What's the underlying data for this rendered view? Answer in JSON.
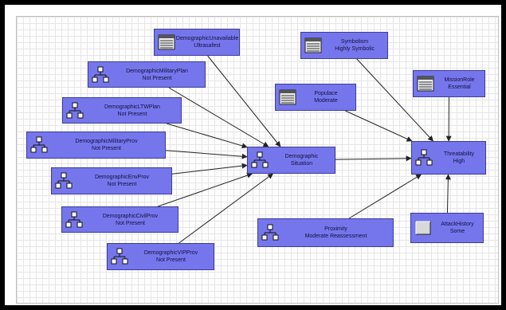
{
  "diagram": {
    "nodes": [
      {
        "id": "dem_unavail",
        "name": "node-demographic-unavailable",
        "icon": "table-icon",
        "line1": "DemographicUnavailable",
        "line2": "Ultrasafest"
      },
      {
        "id": "dem_military",
        "name": "node-demographic-military-plan",
        "icon": "hierarchy-icon",
        "line1": "DemographicMilitaryPlan",
        "line2": "Not Present"
      },
      {
        "id": "dem_ltwp",
        "name": "node-demographic-ltwp-plan",
        "icon": "hierarchy-icon",
        "line1": "DemographicLTWPlan",
        "line2": "Not Present"
      },
      {
        "id": "dem_militaryprov",
        "name": "node-demographic-military-prov",
        "icon": "hierarchy-icon",
        "line1": "DemographicMilitaryProv",
        "line2": "Not Present"
      },
      {
        "id": "dem_enviro",
        "name": "node-demographic-enviro-prov",
        "icon": "hierarchy-icon",
        "line1": "DemographicEnvProv",
        "line2": "Not Present"
      },
      {
        "id": "dem_civilprov",
        "name": "node-demographic-civil-prov",
        "icon": "hierarchy-icon",
        "line1": "DemographicCivilProv",
        "line2": "Not Present"
      },
      {
        "id": "dem_vipprov",
        "name": "node-demographic-vip-prov",
        "icon": "hierarchy-icon",
        "line1": "DemographicVIPProv",
        "line2": "Not Present"
      },
      {
        "id": "dem_center",
        "name": "node-demographic-situation",
        "icon": "hierarchy-icon",
        "line1": "Demographic",
        "line2": "Situation"
      },
      {
        "id": "symbolism",
        "name": "node-symbolism",
        "icon": "table-icon",
        "line1": "Symbolism",
        "line2": "Highly Symbolic"
      },
      {
        "id": "populace",
        "name": "node-populace",
        "icon": "table-icon",
        "line1": "Populace",
        "line2": "Moderate"
      },
      {
        "id": "mission_role",
        "name": "node-mission-role",
        "icon": "table-icon",
        "line1": "MissionRole",
        "line2": "Essential"
      },
      {
        "id": "threatability",
        "name": "node-threatability",
        "icon": "hierarchy-icon",
        "line1": "Threatability",
        "line2": "High"
      },
      {
        "id": "proximity",
        "name": "node-proximity",
        "icon": "hierarchy-icon",
        "line1": "Proximity",
        "line2": "Moderate Reassessment"
      },
      {
        "id": "attack_history",
        "name": "node-attack-history",
        "icon": "box-icon",
        "line1": "AttackHistory",
        "line2": "Some"
      }
    ],
    "edges": [
      {
        "from": "dem_unavail",
        "to": "dem_center"
      },
      {
        "from": "dem_military",
        "to": "dem_center"
      },
      {
        "from": "dem_ltwp",
        "to": "dem_center"
      },
      {
        "from": "dem_militaryprov",
        "to": "dem_center"
      },
      {
        "from": "dem_enviro",
        "to": "dem_center"
      },
      {
        "from": "dem_civilprov",
        "to": "dem_center"
      },
      {
        "from": "dem_vipprov",
        "to": "dem_center"
      },
      {
        "from": "dem_center",
        "to": "threatability"
      },
      {
        "from": "symbolism",
        "to": "threatability"
      },
      {
        "from": "populace",
        "to": "threatability"
      },
      {
        "from": "mission_role",
        "to": "threatability"
      },
      {
        "from": "proximity",
        "to": "threatability"
      },
      {
        "from": "attack_history",
        "to": "threatability"
      }
    ]
  }
}
